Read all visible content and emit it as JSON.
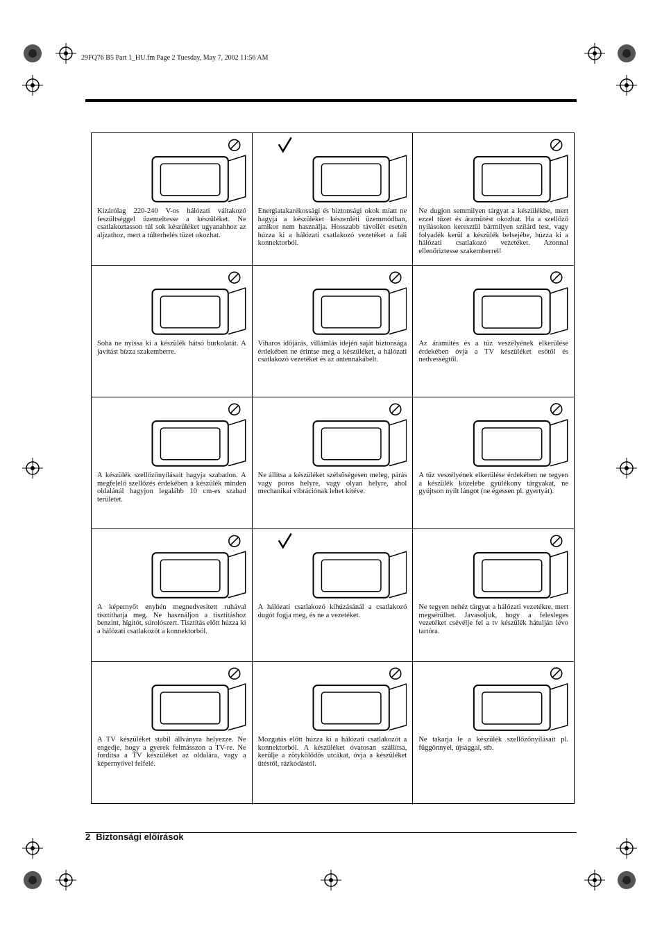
{
  "header": {
    "file_info": "29FQ76 B5 Part 1_HU.fm  Page 2  Tuesday, May 7, 2002  11:56 AM"
  },
  "footer": {
    "page_number": "2",
    "section_title": "Biztonsági előírások"
  },
  "cells": [
    {
      "icon": "prohibited-icon",
      "text": "Kizárólag 220-240 V-os hálózati váltakozó feszültséggel üzemeltesse a készüléket. Ne csatlakoztasson túl sok készüléket ugyanahhoz az aljzathoz, mert a túlterhelés tüzet okozhat."
    },
    {
      "icon": "checkmark-icon",
      "text": "Energiatakarékossági és biztonsági okok miatt ne hagyja a készüléket készenléti üzemmódban, amikor nem használja. Hosszabb távollét esetén húzza ki a hálózati csatlakozó vezetéket a fali konnektorból."
    },
    {
      "icon": "prohibited-icon",
      "text": "Ne dugjon semmilyen tárgyat a készülékbe, mert ezzel tüzet és áramütést okozhat. Ha a szellőző nyílásokon keresztül bármilyen szilárd test, vagy folyadék kerül a készülék belsejébe, húzza ki a hálózati csatlakozó vezetéket. Azonnal ellenőriztesse szakemberrel!"
    },
    {
      "icon": "prohibited-icon",
      "text": "Soha ne nyissa ki a készülék hátsó burkolatát. A javítást bízza szakemberre."
    },
    {
      "icon": "prohibited-icon",
      "text": "Viharos időjárás, villámlás idején saját biztonsága érdekében ne érintse meg a készüléket, a hálózati csatlakozó vezetéket és az antennakábelt."
    },
    {
      "icon": "prohibited-icon",
      "text": "Az áramütés és a tűz veszélyének elkerülése érdekében óvja a TV készüléket esőtől és nedvességtől."
    },
    {
      "icon": "prohibited-icon",
      "text": "A készülék szellőzőnyílásait hagyja szabadon. A megfelelő szellőzés érdekében a készülék minden oldalánál hagyjon legalább 10 cm-es szabad területet."
    },
    {
      "icon": "prohibited-icon",
      "text": "Ne állítsa a készüléket szélsőségesen meleg, párás vagy poros helyre, vagy olyan helyre, ahol mechanikai vibrációnak lehet kitéve."
    },
    {
      "icon": "prohibited-icon",
      "text": "A tűz veszélyének elkerülése érdekében ne tegyen a készülék közelébe gyúlékony tárgyakat, ne gyújtson nyílt lángot (ne égessen pl. gyertyát)."
    },
    {
      "icon": "prohibited-icon",
      "text": "A képernyőt enyhén megnedvesített ruhával tisztíthatja meg. Ne használjon a tisztításhoz benzint, hígítót, súrolószert. Tisztítás előtt húzza ki a hálózati csatlakozót a konnektorból."
    },
    {
      "icon": "checkmark-icon",
      "text": "A hálózati csatlakozó kihúzásánál a csatlakozó dugót fogja meg, és ne a vezetéket."
    },
    {
      "icon": "prohibited-icon",
      "text": "Ne tegyen nehéz tárgyat a hálózati vezetékre, mert megsérülhet. Javasoljuk, hogy a felesleges vezetéket csévélje fel a tv készülék hátulján lévo tartóra."
    },
    {
      "icon": "prohibited-icon",
      "text": "A TV készüléket stabil állványra helyezze. Ne engedje, hogy a gyerek felmásszon a TV-re. Ne fordítsa a TV készüléket az oldalára, vagy a képernyővel felfelé."
    },
    {
      "icon": "prohibited-icon",
      "text": "Mozgatás előtt húzza ki a hálózati csatlakozót a konnektorból. A készüléket óvatosan szállítsa, kerülje a zötykölődős utcákat, óvja a készüléket ütéstől, rázkódástól."
    },
    {
      "icon": "prohibited-icon",
      "text": "Ne takarja le a készülék szellőzőnyílásait pl. függönnyel, újsággal, stb."
    }
  ]
}
